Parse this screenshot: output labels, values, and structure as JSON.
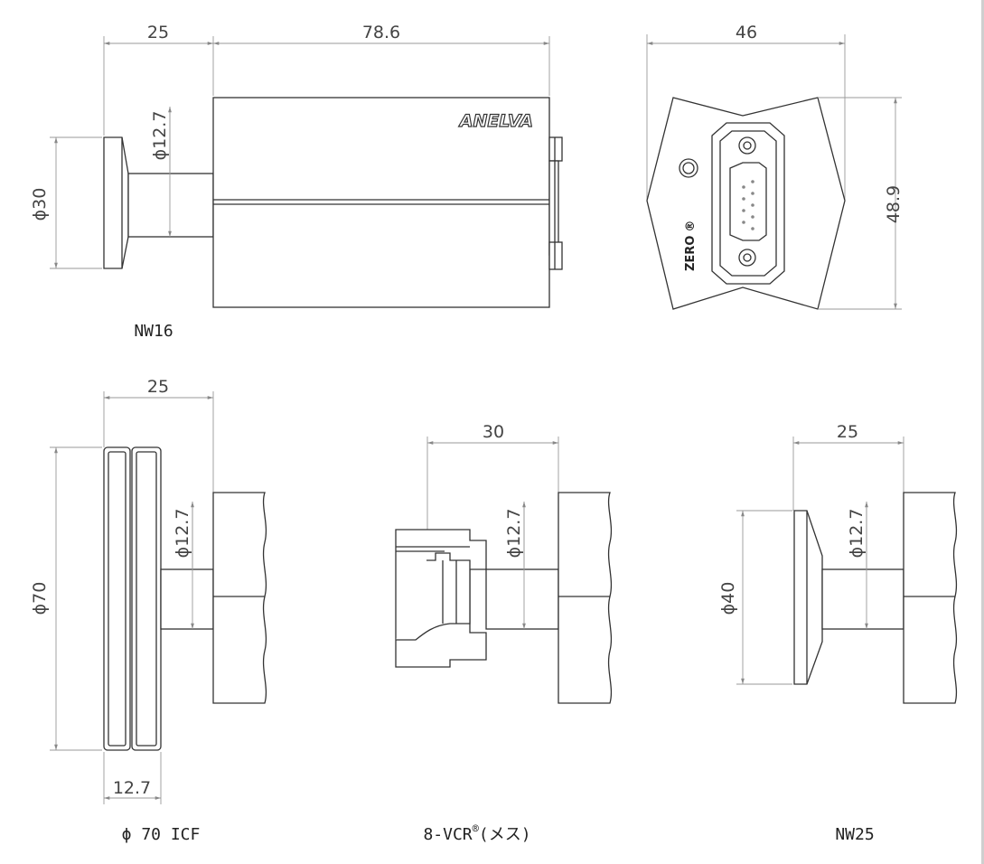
{
  "views": {
    "nw16": {
      "caption": "NW16",
      "dim_left": "25",
      "dim_body": "78.6",
      "dim_tube": "ϕ12.7",
      "dim_flange": "ϕ30",
      "logo": "ANELVA"
    },
    "end": {
      "dim_width": "46",
      "dim_height": "48.9",
      "zero_label": "ZERO",
      "reg_mark": "®"
    },
    "icf70": {
      "caption": "ϕ 70 ICF",
      "dim_top": "25",
      "dim_tube": "ϕ12.7",
      "dim_flange": "ϕ70",
      "dim_bottom": "12.7"
    },
    "vcr8": {
      "caption_main": "8-VCR",
      "caption_reg": "®",
      "caption_suffix": "(メス)",
      "dim_top": "30",
      "dim_tube": "ϕ12.7"
    },
    "nw25": {
      "caption": "NW25",
      "dim_top": "25",
      "dim_tube": "ϕ12.7",
      "dim_flange": "ϕ40"
    }
  }
}
